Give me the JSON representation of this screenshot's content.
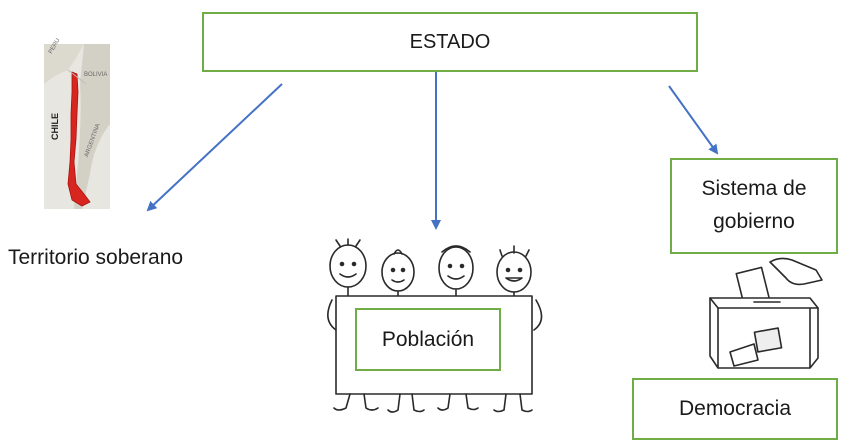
{
  "diagram": {
    "root": {
      "label": "ESTADO"
    },
    "nodes": {
      "territory": {
        "label": "Territorio soberano"
      },
      "population": {
        "label": "Población"
      },
      "government": {
        "line1": "Sistema de",
        "line2": "gobierno"
      },
      "democracy": {
        "label": "Democracia"
      }
    },
    "map_labels": {
      "peru": "PERU",
      "bolivia": "BOLIVIA",
      "chile": "CHILE",
      "argentina": "ARGENTINA"
    }
  },
  "colors": {
    "arrow": "#4472c4",
    "box_border": "#70ad47",
    "chile_fill": "#d6261f"
  },
  "icons": [
    "map-chile-icon",
    "stick-figures-holding-sign-icon",
    "ballot-box-icon"
  ]
}
